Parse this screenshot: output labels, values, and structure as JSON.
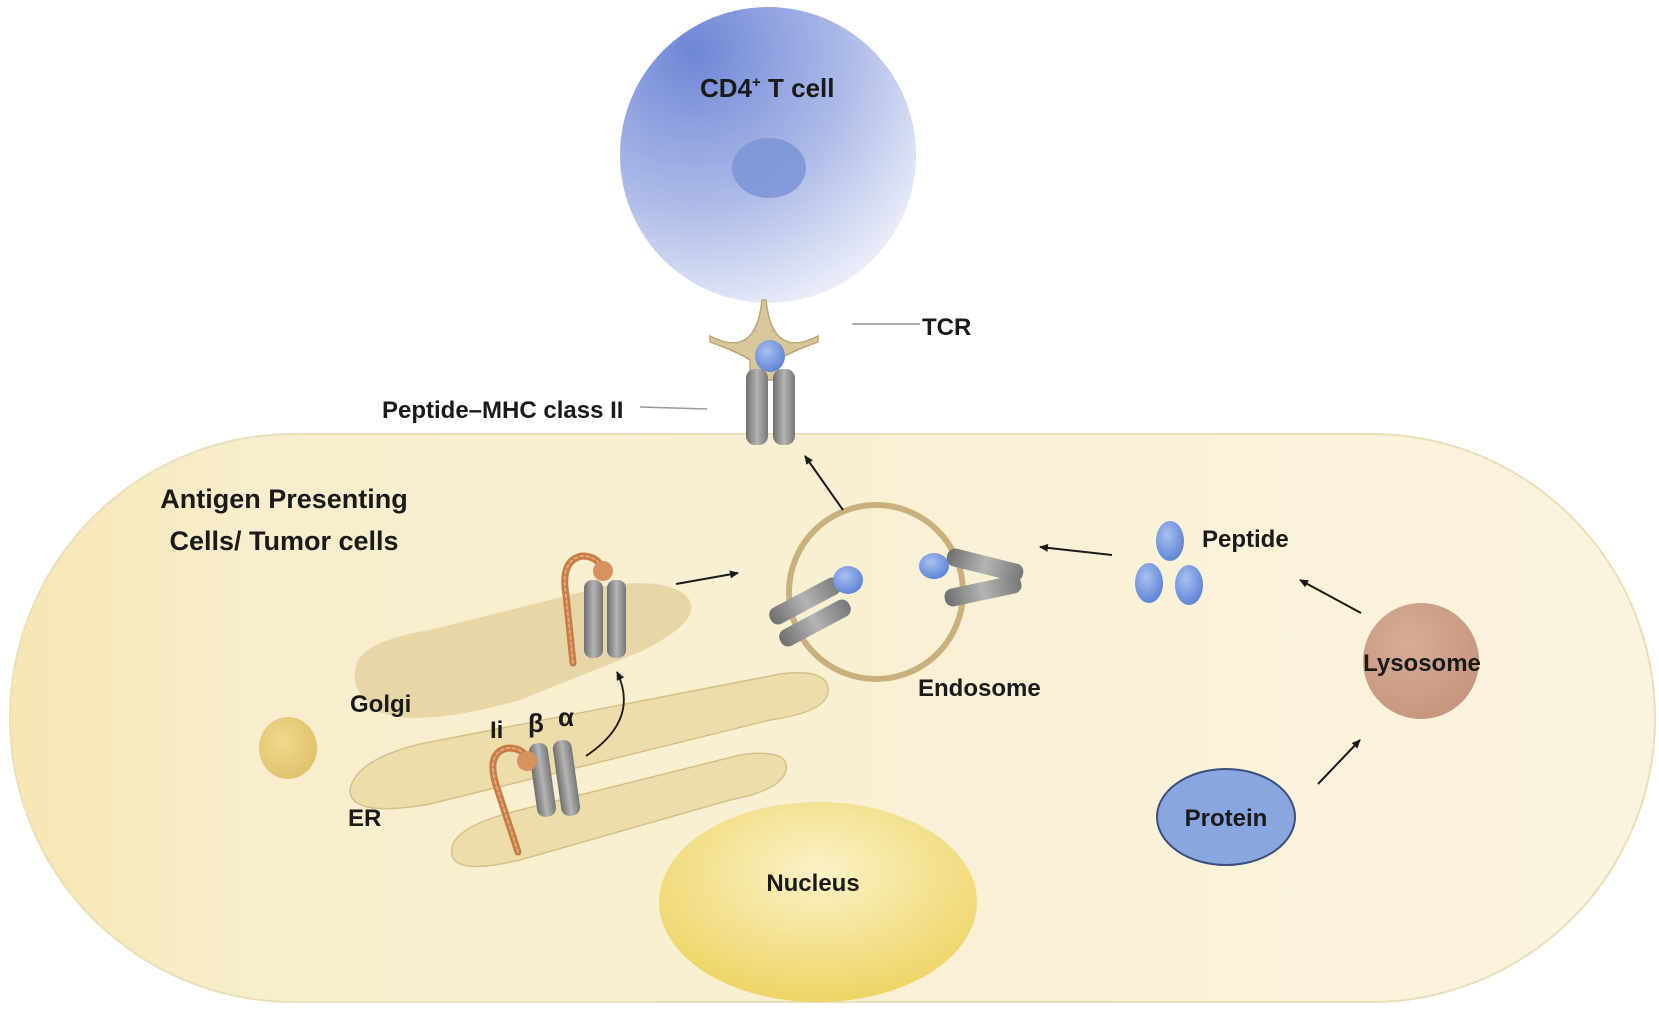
{
  "labels": {
    "t_cell_prefix": "CD4",
    "t_cell_superscript": "+",
    "t_cell_suffix": " T cell",
    "tcr": "TCR",
    "peptide_mhc": "Peptide–MHC class II",
    "apc_line1": "Antigen Presenting",
    "apc_line2": "Cells/ Tumor cells",
    "peptide": "Peptide",
    "endosome": "Endosome",
    "lysosome": "Lysosome",
    "golgi": "Golgi",
    "er": "ER",
    "ii": "Ii",
    "beta": "β",
    "alpha": "α",
    "protein": "Protein",
    "nucleus": "Nucleus"
  },
  "colors": {
    "cell_fill": "#f8eecd",
    "t_cell": "#8c9fdc",
    "peptide_blue": "#6f90da",
    "mhc_gray": "#8a8a8a",
    "endosome_ring": "#c9b07c",
    "lysosome": "#cfa08a",
    "protein": "#8aa6e0",
    "nucleus": "#f0d872",
    "invariant_chain": "#c77b45"
  }
}
